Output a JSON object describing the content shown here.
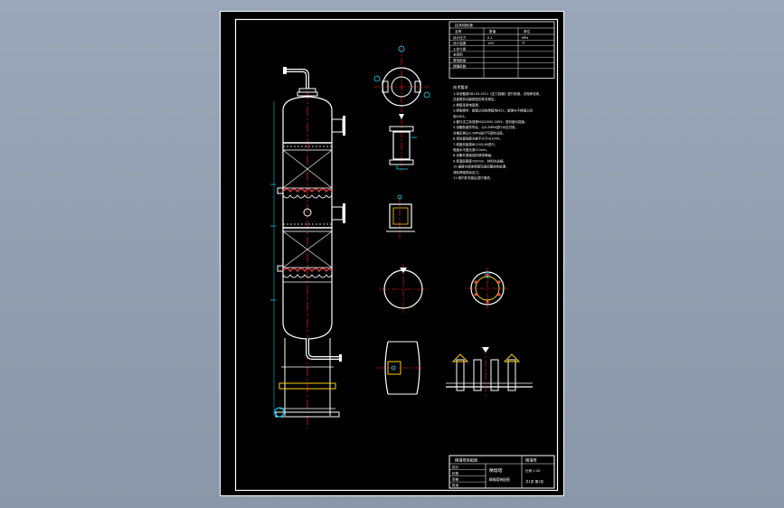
{
  "drawing": {
    "background_color": "#000000",
    "page_background": "#8f9cad",
    "line_colors": {
      "frame": "#ffffff",
      "centerline": "#ff2020",
      "dimension": "#00e0ff",
      "detail": "#ffffff",
      "accent": "#ffd000"
    }
  },
  "tech_table": {
    "title": "技术特性表",
    "col_headers": [
      "名称",
      "数值",
      "单位"
    ],
    "rows": [
      [
        "设计压力",
        "0.1",
        "MPa"
      ],
      [
        "设计温度",
        "150",
        "℃"
      ],
      [
        "工作介质",
        "",
        ""
      ],
      [
        "全容积",
        "",
        ""
      ],
      [
        "腐蚀裕量",
        "",
        ""
      ],
      [
        "焊缝系数",
        "",
        ""
      ]
    ]
  },
  "notes": {
    "title": "技术要求",
    "lines": [
      "1.本设备按GB150-2011《压力容器》进行制造、试验和验收，",
      "   并接受劳动部颁发的有关规定。",
      "2.焊接采用电弧焊。",
      "3.焊条牌号：碳钢之间的焊接用J422，碳钢与不锈钢之间",
      "   用A302。",
      "4.管口法兰标准按HG20592-2009，密封面为突面。",
      "5.设备制造完毕后，以0.2MPa进行水压试验，",
      "   合格后再以0.1MPa进行气密性试验。",
      "6.塔体直线度允差不大于H/1000。",
      "7.塔盘安装按JB1205-80进行，",
      "   塔盘水平度允差±2mm。",
      "8.设备外表面涂防锈漆两遍。",
      "9.保温层厚度100mm，材料为岩棉。",
      "10.裙座与塔体焊接完成后整体热处理，",
      "   消除焊接残余应力。",
      "11.塔内件安装后进行清洗。"
    ]
  },
  "title_block": {
    "project": "精馏塔装配图",
    "drawing_name": "精馏塔",
    "scale_label": "比例",
    "scale": "1:20",
    "sheet_label": "共1张 第1张",
    "rows": [
      "设计",
      "校核",
      "审核",
      "批准"
    ]
  }
}
